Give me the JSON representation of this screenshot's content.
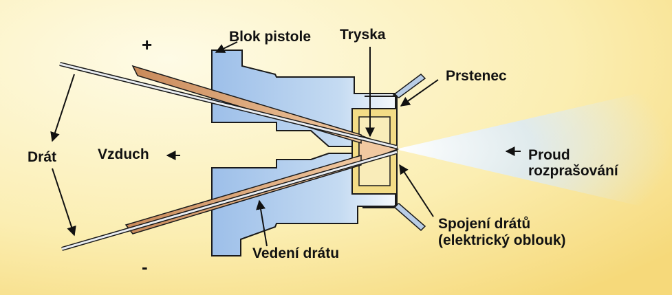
{
  "colors": {
    "background_light": "#fdf6d2",
    "background_warm": "#f8e08c",
    "gun_body": "#a9c7ec",
    "gun_outline": "#1a1a1a",
    "wire_guide": "#dea676",
    "nozzle": "#f3dc86",
    "spray": "#e4f0fa"
  },
  "icons": [
    "arrow-icon",
    "plus-sign",
    "minus-sign"
  ],
  "labels": {
    "blok_pistole": "Blok pistole",
    "tryska": "Tryska",
    "prstenec": "Prstenec",
    "drat": "Drát",
    "vzduch": "Vzduch",
    "proud_line1": "Proud",
    "proud_line2": "rozprašování",
    "spojeni_line1": "Spojení drátů",
    "spojeni_line2": "(elektrický oblouk)",
    "vedeni_dratu": "Vedení drátu",
    "plus": "+",
    "minus": "-"
  }
}
